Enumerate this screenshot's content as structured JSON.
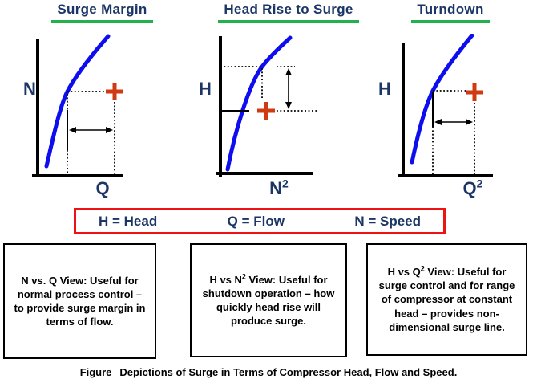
{
  "figure": {
    "caption_prefix": "Figure",
    "caption_text": "Depictions of Surge in Terms of Compressor Head, Flow and Speed."
  },
  "colors": {
    "title_navy": "#1b3666",
    "underline_green": "#22b14c",
    "curve_blue": "#0d0df0",
    "marker_red": "#d03a12",
    "legend_border_red": "#ee1212",
    "axis_black": "#000000"
  },
  "legend": {
    "items": [
      {
        "label": "H = Head"
      },
      {
        "label": "Q = Flow"
      },
      {
        "label": "N = Speed"
      }
    ]
  },
  "panels": [
    {
      "title": "Surge Margin",
      "y_axis": "N",
      "x_axis_base": "Q",
      "x_axis_sup": "",
      "desc_pre": "N vs. Q View: Useful for normal process control – to provide surge margin in terms of flow.",
      "desc_sup": "",
      "desc_post": ""
    },
    {
      "title": "Head Rise to Surge",
      "y_axis": "H",
      "x_axis_base": "N",
      "x_axis_sup": "2",
      "desc_pre": "H vs N",
      "desc_sup": "2",
      "desc_post": " View: Useful for shutdown operation – how quickly head rise will produce surge."
    },
    {
      "title": "Turndown",
      "y_axis": "H",
      "x_axis_base": "Q",
      "x_axis_sup": "2",
      "desc_pre": "H vs Q",
      "desc_sup": "2",
      "desc_post": " View: Useful for surge control and for range of compressor at constant head – provides non-dimensional surge line."
    }
  ]
}
